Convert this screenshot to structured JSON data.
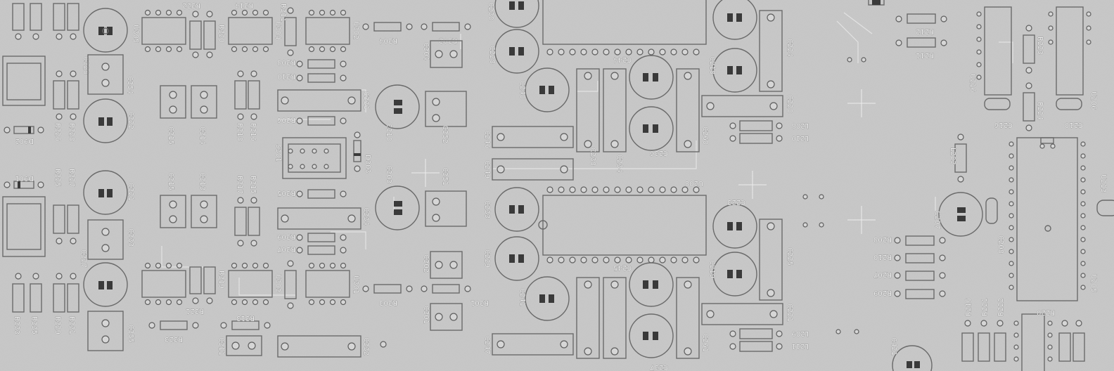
{
  "board": {
    "background": "#c7c7c7",
    "outline_color": "#6a6a6a",
    "highlight_color": "#ececec",
    "labels": {
      "c328": "C328",
      "c354": "C354",
      "c322": "C322",
      "u305": "U305",
      "r322": "R322",
      "r320": "R320",
      "r314": "R314",
      "u304": "U304",
      "r311": "R311",
      "u302": "U302",
      "r304": "R304",
      "r302": "R302",
      "c304": "C304",
      "r326": "R326",
      "r328": "R328",
      "c315a": "C315",
      "c314": "C314",
      "r318": "R318",
      "r316": "R316",
      "r308": "R308",
      "r310": "R310",
      "r306": "R306",
      "c331": "C331",
      "c310": "C310",
      "c352": "C352",
      "d902": "D902",
      "d901": "D901",
      "r325": "R325",
      "r327": "R327",
      "c321": "C321",
      "c333": "C333",
      "c315b": "C315",
      "c313": "C313",
      "r317": "R317",
      "r315": "R315",
      "s301": "S301",
      "d303": "D303",
      "r305": "R305",
      "c303": "C303",
      "c351": "C351",
      "c334": "C334",
      "r309": "R309",
      "r307": "R307",
      "c327": "C327",
      "u303": "U303",
      "r319": "R319",
      "u301": "U301",
      "r321": "R321",
      "r313": "R313",
      "r323": "R323",
      "r303": "R303",
      "r301": "R301",
      "c302": "C302",
      "c301": "C301",
      "c311": "C311",
      "c332": "C332",
      "r333": "R333",
      "r335": "R335",
      "r329": "R329",
      "r331": "R331",
      "c355": "C355",
      "c230": "C230",
      "c228": "C228",
      "c240": "C240",
      "c244": "C244",
      "c218": "C218",
      "c224": "C224",
      "c220": "C220",
      "c246": "C246",
      "c249": "C249",
      "c238": "C238",
      "c234": "C234",
      "c236": "C236",
      "c260": "C260",
      "l208": "L208",
      "l210": "L210",
      "u208": "U208",
      "c233": "C233",
      "c223": "C223",
      "c229": "C229",
      "c245": "C245",
      "c219": "C219",
      "c225": "C225",
      "c241": "C241",
      "c247": "C247",
      "c237": "C237",
      "c221": "C221",
      "c261": "C261",
      "l209": "L209",
      "l211": "L211",
      "r212": "R212",
      "r211": "R211",
      "u216": "U216",
      "r223": "R223",
      "c216": "C216",
      "r224": "R224",
      "c210": "C210",
      "u206": "U206",
      "l203": "L203",
      "c207": "C207",
      "c208": "C208",
      "r208": "R208",
      "r210": "R210",
      "r207": "R207",
      "r209": "R209",
      "u205": "U205",
      "u213": "U213",
      "r216": "R216",
      "r221": "R221",
      "r222": "R222",
      "r220": "R220",
      "c421": "C421"
    }
  }
}
